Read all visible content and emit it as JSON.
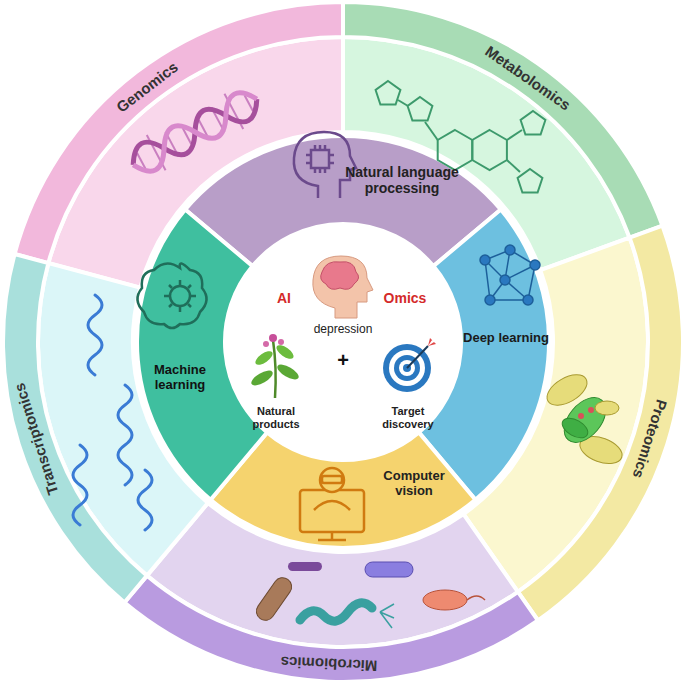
{
  "diagram": {
    "nodes": [
      {
        "text": [
          "AI",
          "Omics",
          "depression",
          "+",
          "Natural products",
          "Target discovery"
        ]
      },
      {
        "text": [
          "Natural language processing"
        ]
      },
      {
        "text": [
          "Deep learning"
        ]
      },
      {
        "text": [
          "Computer vision"
        ]
      },
      {
        "text": [
          "Machine learning"
        ]
      },
      {
        "text": [
          "Genomics"
        ]
      },
      {
        "text": [
          "Metabolomics"
        ]
      },
      {
        "text": [
          "Proteomics"
        ]
      },
      {
        "text": [
          "Microbiomics"
        ]
      },
      {
        "text": [
          "Transcriptomics"
        ]
      }
    ],
    "edges": []
  }
}
